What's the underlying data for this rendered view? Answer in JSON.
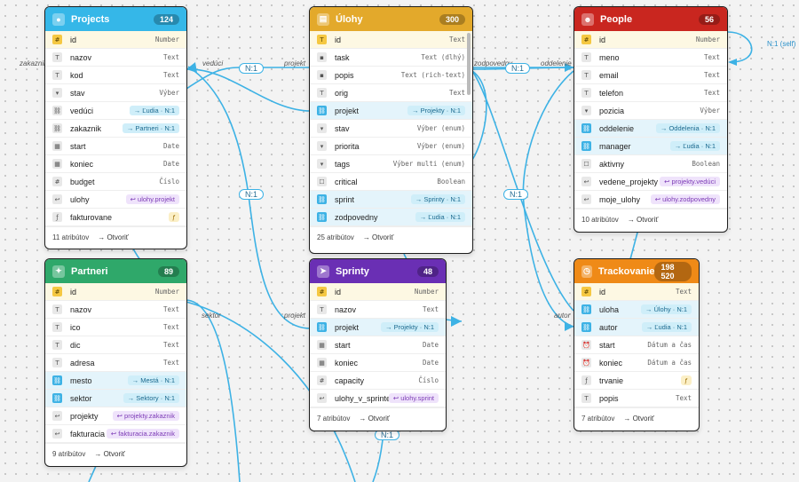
{
  "tables": {
    "projects": {
      "name": "Projects",
      "count": "124",
      "color": "#35b7e8",
      "icon": "globe-icon",
      "fields": [
        {
          "icon": "#",
          "name": "id",
          "type": "Number",
          "kind": "pk"
        },
        {
          "icon": "T",
          "name": "nazov",
          "type": "Text"
        },
        {
          "icon": "T",
          "name": "kod",
          "type": "Text"
        },
        {
          "icon": "▾",
          "name": "stav",
          "type": "Výber"
        },
        {
          "icon": "⛓",
          "name": "vedúci",
          "ref": "→ Ľudia · N:1"
        },
        {
          "icon": "⛓",
          "name": "zakaznik",
          "ref": "→ Partneri · N:1"
        },
        {
          "icon": "▦",
          "name": "start",
          "type": "Date"
        },
        {
          "icon": "▦",
          "name": "koniec",
          "type": "Date"
        },
        {
          "icon": "#",
          "name": "budget",
          "type": "Číslo"
        },
        {
          "icon": "↩",
          "name": "ulohy",
          "back": "↩ ulohy.projekt"
        },
        {
          "icon": "ƒ",
          "name": "fakturovane",
          "formula": "ƒ"
        }
      ],
      "footer": "11 atribútov",
      "open": "→ Otvoriť"
    },
    "ulohy": {
      "name": "Úlohy",
      "count": "300",
      "color": "#e3a92b",
      "icon": "note-icon",
      "fields": [
        {
          "icon": "T",
          "name": "id",
          "type": "Text",
          "kind": "pk"
        },
        {
          "icon": "▪",
          "name": "task",
          "type": "Text (dlhý)"
        },
        {
          "icon": "▪",
          "name": "popis",
          "type": "Text (rich-text)"
        },
        {
          "icon": "T",
          "name": "orig",
          "type": "Text"
        },
        {
          "icon": "⛓",
          "name": "projekt",
          "ref": "→ Projekty · N:1",
          "kind": "fk"
        },
        {
          "icon": "▾",
          "name": "stav",
          "type": "Výber (enum)"
        },
        {
          "icon": "▾",
          "name": "priorita",
          "type": "Výber (enum)"
        },
        {
          "icon": "▾",
          "name": "tags",
          "type": "Výber multi (enum)"
        },
        {
          "icon": "☐",
          "name": "critical",
          "type": "Boolean"
        },
        {
          "icon": "⛓",
          "name": "sprint",
          "ref": "→ Sprinty · N:1",
          "kind": "fk"
        },
        {
          "icon": "⛓",
          "name": "zodpovedny",
          "ref": "→ Ľudia · N:1",
          "kind": "fk"
        }
      ],
      "footer": "25 atribútov",
      "open": "→ Otvoriť"
    },
    "people": {
      "name": "People",
      "count": "56",
      "color": "#c9261f",
      "icon": "person-icon",
      "fields": [
        {
          "icon": "#",
          "name": "id",
          "type": "Number",
          "kind": "pk"
        },
        {
          "icon": "T",
          "name": "meno",
          "type": "Text"
        },
        {
          "icon": "T",
          "name": "email",
          "type": "Text"
        },
        {
          "icon": "T",
          "name": "telefon",
          "type": "Text"
        },
        {
          "icon": "▾",
          "name": "pozicia",
          "type": "Výber"
        },
        {
          "icon": "⛓",
          "name": "oddelenie",
          "ref": "→ Oddelenia · N:1",
          "kind": "fk"
        },
        {
          "icon": "⛓",
          "name": "manager",
          "ref": "→ Ľudia · N:1",
          "kind": "fk"
        },
        {
          "icon": "☐",
          "name": "aktivny",
          "type": "Boolean"
        },
        {
          "icon": "↩",
          "name": "vedene_projekty",
          "back": "↩ projekty.vedúci"
        },
        {
          "icon": "↩",
          "name": "moje_ulohy",
          "back": "↩ ulohy.zodpovedny"
        }
      ],
      "footer": "10 atribútov",
      "open": "→ Otvoriť"
    },
    "partneri": {
      "name": "Partneri",
      "count": "89",
      "color": "#2fa86a",
      "icon": "handshake-icon",
      "fields": [
        {
          "icon": "#",
          "name": "id",
          "type": "Number",
          "kind": "pk"
        },
        {
          "icon": "T",
          "name": "nazov",
          "type": "Text"
        },
        {
          "icon": "T",
          "name": "ico",
          "type": "Text"
        },
        {
          "icon": "T",
          "name": "dic",
          "type": "Text"
        },
        {
          "icon": "T",
          "name": "adresa",
          "type": "Text"
        },
        {
          "icon": "⛓",
          "name": "mesto",
          "ref": "→ Mestá · N:1",
          "kind": "fk"
        },
        {
          "icon": "⛓",
          "name": "sektor",
          "ref": "→ Sektory · N:1",
          "kind": "fk"
        },
        {
          "icon": "↩",
          "name": "projekty",
          "back": "↩ projekty.zakaznik"
        },
        {
          "icon": "↩",
          "name": "fakturacia",
          "back": "↩ fakturacia.zakaznik"
        }
      ],
      "footer": "9 atribútov",
      "open": "→ Otvoriť"
    },
    "sprinty": {
      "name": "Sprinty",
      "count": "48",
      "color": "#6a2fb4",
      "icon": "runner-icon",
      "fields": [
        {
          "icon": "#",
          "name": "id",
          "type": "Number",
          "kind": "pk"
        },
        {
          "icon": "T",
          "name": "nazov",
          "type": "Text"
        },
        {
          "icon": "⛓",
          "name": "projekt",
          "ref": "→ Projekty · N:1",
          "kind": "fk"
        },
        {
          "icon": "▦",
          "name": "start",
          "type": "Date"
        },
        {
          "icon": "▦",
          "name": "koniec",
          "type": "Date"
        },
        {
          "icon": "#",
          "name": "capacity",
          "type": "Číslo"
        },
        {
          "icon": "↩",
          "name": "ulohy_v_sprinte",
          "back": "↩ ulohy.sprint"
        }
      ],
      "footer": "7 atribútov",
      "open": "→ Otvoriť"
    },
    "trackovanie": {
      "name": "Trackovanie",
      "count": "198 520",
      "color": "#ef8a17",
      "icon": "timer-icon",
      "fields": [
        {
          "icon": "#",
          "name": "id",
          "type": "Text",
          "kind": "pk"
        },
        {
          "icon": "⛓",
          "name": "uloha",
          "ref": "→ Úlohy · N:1",
          "kind": "fk"
        },
        {
          "icon": "⛓",
          "name": "autor",
          "ref": "→ Ľudia · N:1",
          "kind": "fk"
        },
        {
          "icon": "⏰",
          "name": "start",
          "type": "Dátum a čas"
        },
        {
          "icon": "⏰",
          "name": "koniec",
          "type": "Dátum a čas"
        },
        {
          "icon": "ƒ",
          "name": "trvanie",
          "formula": "ƒ"
        },
        {
          "icon": "T",
          "name": "popis",
          "type": "Text"
        }
      ],
      "footer": "7 atribútov",
      "open": "→ Otvoriť"
    }
  },
  "edges": {
    "n1": "N:1",
    "self": "N:1 (self)",
    "zakaznik": "zakaznik",
    "veduci": "vedúci",
    "projekt": "projekt",
    "zodpovedny": "zodpovedny",
    "oddelenie": "oddelenie",
    "sektor": "sektor",
    "autor": "autor"
  }
}
